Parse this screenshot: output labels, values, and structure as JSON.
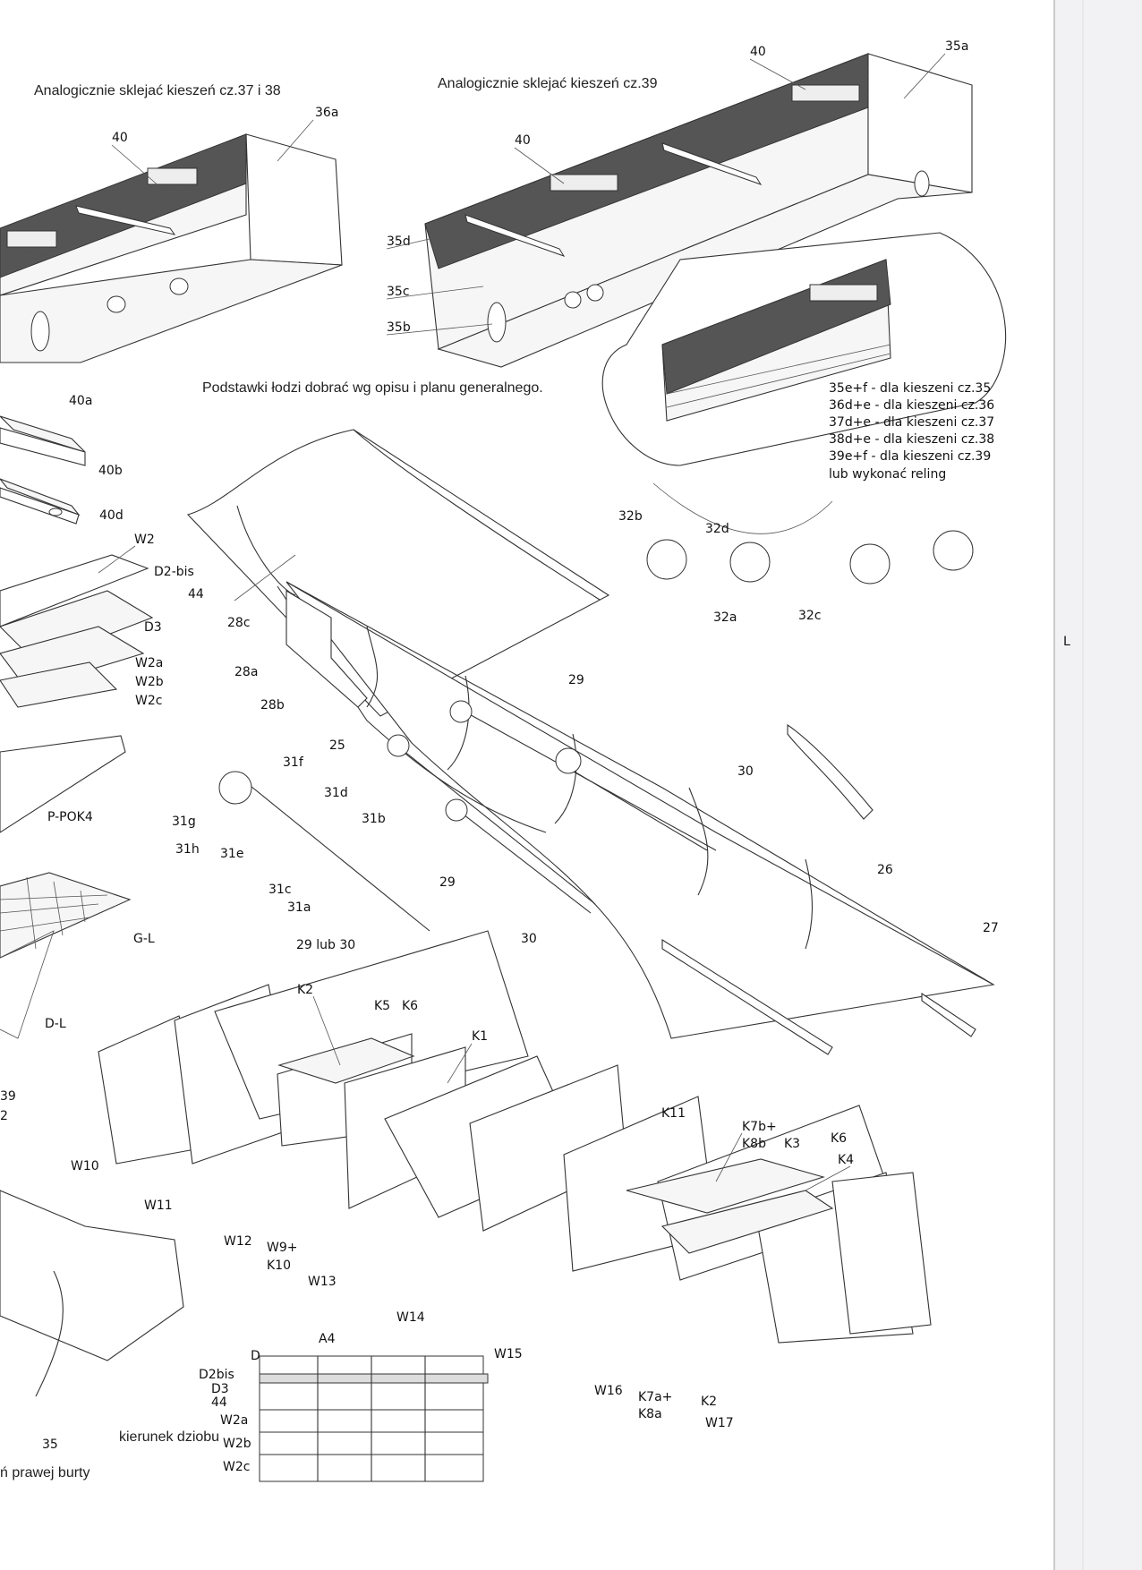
{
  "notes": {
    "glue_37_38": "Analogicznie sklejać kieszeń cz.37 i 38",
    "glue_39": "Analogicznie sklejać kieszeń cz.39",
    "boat_stands": "Podstawki łodzi dobrać wg opisu i planu generalnego.",
    "bow_direction": "kierunek dziobu",
    "right_side": "ń prawej burty"
  },
  "pocket_notes": [
    "35e+f - dla kieszeni cz.35",
    "36d+e - dla kieszeni cz.36",
    "37d+e - dla kieszeni cz.37",
    "38d+e - dla kieszeni cz.38",
    "39e+f - dla kieszeni cz.39",
    "lub wykonać reling"
  ],
  "labels": {
    "p40_a": "40",
    "p36a": "36a",
    "p40_b": "40",
    "p40_c": "40",
    "p35a": "35a",
    "p35d": "35d",
    "p35c": "35c",
    "p35b": "35b",
    "p40a": "40a",
    "p40b": "40b",
    "p40d": "40d",
    "W2": "W2",
    "D2bis": "D2-bis",
    "p44": "44",
    "D3": "D3",
    "W2a": "W2a",
    "W2b": "W2b",
    "W2c": "W2c",
    "p28c": "28c",
    "p28a": "28a",
    "p28b": "28b",
    "p25": "25",
    "PPOK4": "P-POK4",
    "p31f": "31f",
    "p31d": "31d",
    "p31b": "31b",
    "p31g": "31g",
    "p31h": "31h",
    "p31e": "31e",
    "p31c": "31c",
    "p31a": "31a",
    "p29lub30": "29 lub 30",
    "p29_a": "29",
    "p29_b": "29",
    "p30_a": "30",
    "p30_b": "30",
    "p26": "26",
    "p27": "27",
    "p32b": "32b",
    "p32d": "32d",
    "p32a": "32a",
    "p32c": "32c",
    "GL": "G-L",
    "DL": "D-L",
    "L": "L",
    "K2_a": "K2",
    "K5": "K5",
    "K6_a": "K6",
    "K1": "K1",
    "W10": "W10",
    "W11": "W11",
    "W12": "W12",
    "W9K10_1": "W9+",
    "W9K10_2": "K10",
    "W13": "W13",
    "W14": "W14",
    "W15": "W15",
    "K11": "K11",
    "K7bK8b_1": "K7b+",
    "K7bK8b_2": "K8b",
    "K3": "K3",
    "K6_b": "K6",
    "K4": "K4",
    "W16": "W16",
    "K7aK8a_1": "K7a+",
    "K7aK8a_2": "K8a",
    "K2_b": "K2",
    "W17": "W17",
    "A4": "A4",
    "D": "D",
    "D2bis_b": "D2bis",
    "D3_b": "D3",
    "p44_b": "44",
    "W2a_b": "W2a",
    "W2b_b": "W2b",
    "W2c_b": "W2c",
    "p35_edge": "35",
    "p39_edge": "39",
    "p2_edge": "2"
  }
}
